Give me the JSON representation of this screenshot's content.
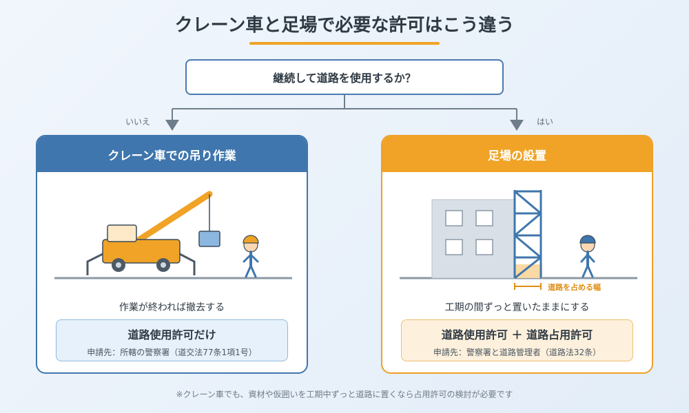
{
  "title": "クレーン車と足場で必要な許可はこう違う",
  "question": "継続して道路を使用するか？",
  "branches": {
    "no": "いいえ",
    "yes": "はい"
  },
  "left_card": {
    "header": "クレーン車での吊り作業",
    "caption": "作業が終われば撤去する",
    "result_main": "道路使用許可だけ",
    "result_sub": "申請先：所轄の警察署（道交法77条1項1号）"
  },
  "right_card": {
    "header": "足場の設置",
    "road_width_label": "道路を占める幅",
    "caption": "工期の間ずっと置いたままにする",
    "result_main": "道路使用許可 ＋ 道路占用許可",
    "result_sub": "申請先：警察署と道路管理者（道路法32条）"
  },
  "footnote": "※クレーン車でも、資材や仮囲いを工期中ずっと道路に置くなら占用許可の検討が必要です",
  "colors": {
    "blue": "#3f76ad",
    "orange": "#f0a326",
    "text": "#2f3a44"
  }
}
